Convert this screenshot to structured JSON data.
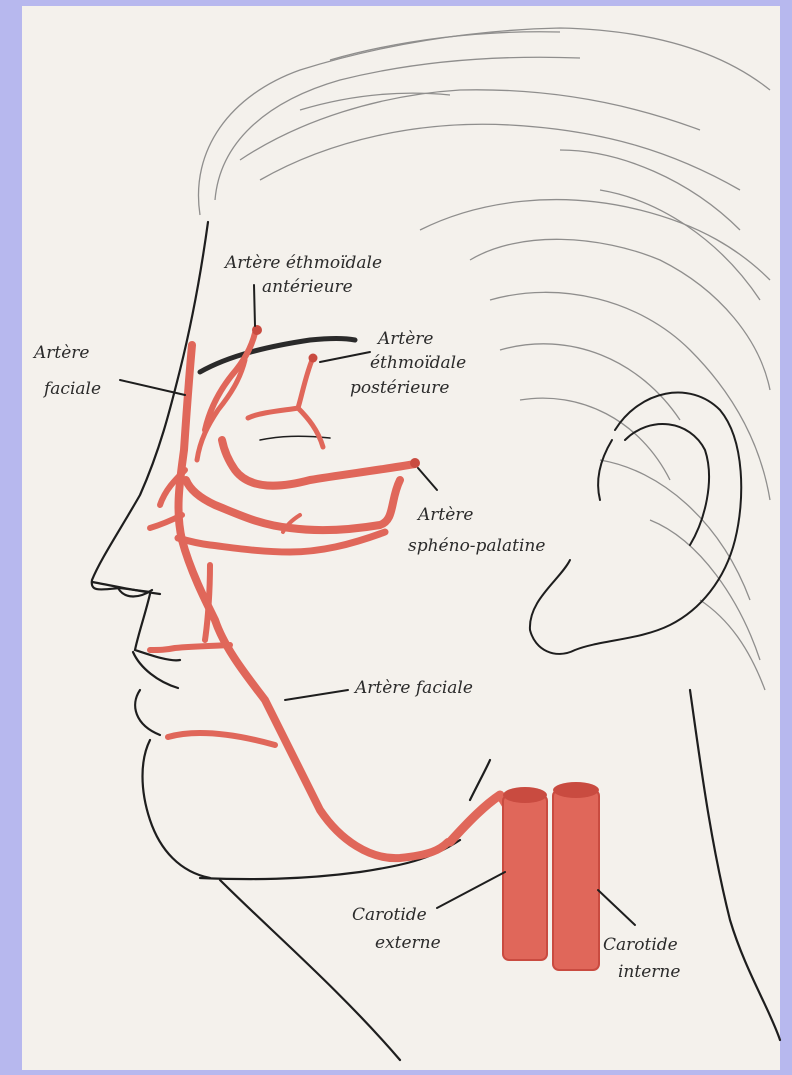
{
  "colors": {
    "background": "#b7b8ee",
    "paper": "#f4f1ec",
    "artery": "#e0675a",
    "artery_dark": "#c94b40",
    "pencil": "#1e1e1e",
    "hair": "#6e6e6e"
  },
  "labels": {
    "ethmoidal_anterior": [
      "Artère éthmoïdale",
      "antérieure"
    ],
    "ethmoidal_posterior": [
      "Artère",
      "éthmoïdale",
      "postérieure"
    ],
    "facial_left": [
      "Artère",
      "faciale"
    ],
    "spheno_palatine": [
      "Artère",
      "sphéno-palatine"
    ],
    "facial_right": "Artère faciale",
    "carotid_external": [
      "Carotide",
      "externe"
    ],
    "carotid_internal": [
      "Carotide",
      "interne"
    ]
  }
}
